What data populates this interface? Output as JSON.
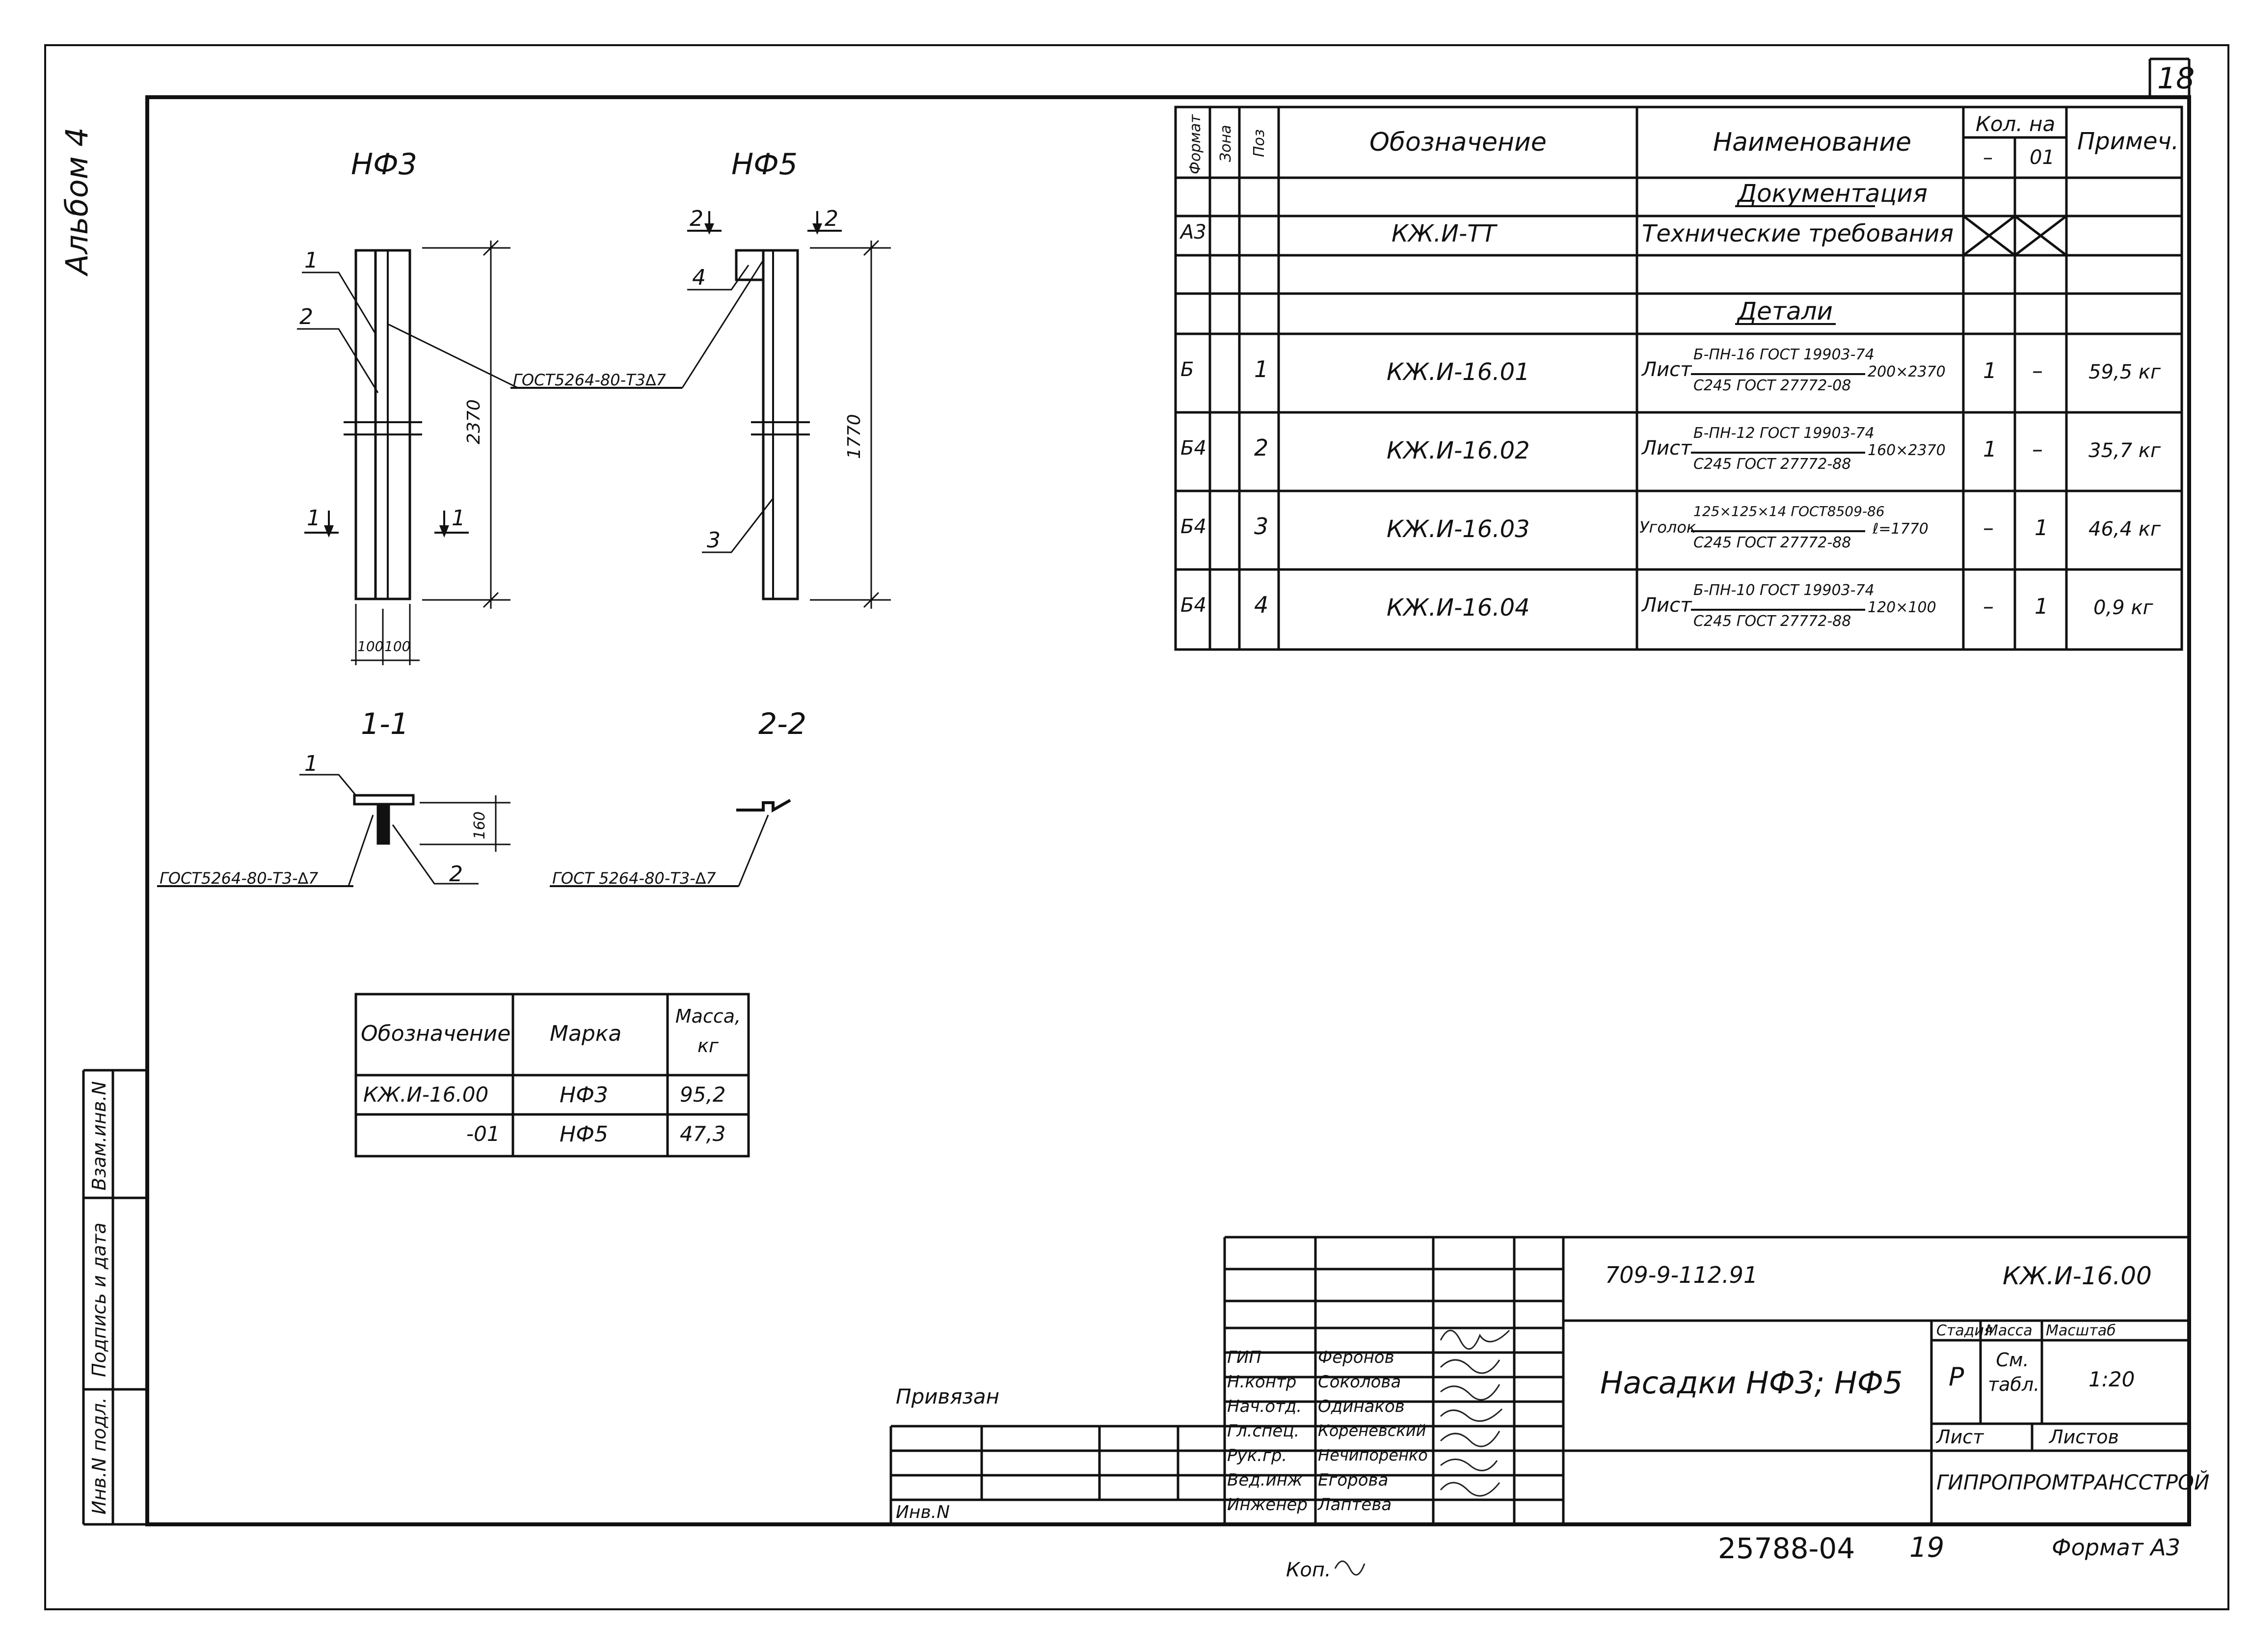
{
  "sheet": {
    "sheet_number": "18",
    "album": "Альбом 4",
    "side_labels": [
      "Инв.N подл.",
      "Подпись и дата",
      "Взам.инв.N"
    ],
    "privyazan": "Привязан",
    "inv_n": "Инв.N",
    "copied": "Коп.",
    "bottom_code": "25788-04",
    "bottom_page": "19",
    "format": "Формат А3"
  },
  "drawing": {
    "title_nf3": "НФ3",
    "title_nf5": "НФ5",
    "section_1": "1-1",
    "section_2": "2-2",
    "dim_2370": "2370",
    "dim_1770": "1770",
    "dim_100a": "100",
    "dim_100b": "100",
    "dim_160": "160",
    "weld_1": "ГОСТ5264-80-Т3∆7",
    "weld_2": "ГОСТ5264-80-Т3-∆7",
    "weld_3": "ГОСТ 5264-80-Т3-∆7",
    "pos_1": "1",
    "pos_2": "2",
    "pos_3": "3",
    "pos_4": "4",
    "cut_1": "1",
    "cut_2": "2"
  },
  "marks_table": {
    "headers": [
      "Обозначение",
      "Марка",
      "Масса, кг"
    ],
    "rows": [
      [
        "КЖ.И-16.00",
        "НФ3",
        "95,2"
      ],
      [
        "-01",
        "НФ5",
        "47,3"
      ]
    ]
  },
  "spec_table": {
    "headers": {
      "format": "Формат",
      "zone": "Зона",
      "pos": "Поз",
      "designation": "Обозначение",
      "name": "Наименование",
      "qty": "Кол. на",
      "qty_dash": "–",
      "qty_01": "01",
      "note": "Примеч."
    },
    "section_docs": "Документация",
    "section_parts": "Детали",
    "doc_row": {
      "format": "А3",
      "designation": "КЖ.И-ТТ",
      "name": "Технические требования"
    },
    "rows": [
      {
        "format": "Б",
        "pos": "1",
        "designation": "КЖ.И-16.01",
        "prefix": "Лист",
        "top": "Б-ПН-16 ГОСТ 19903-74",
        "bottom": "С245 ГОСТ 27772-08",
        "size": "200×2370",
        "q1": "1",
        "q2": "–",
        "note": "59,5 кг"
      },
      {
        "format": "Б4",
        "pos": "2",
        "designation": "КЖ.И-16.02",
        "prefix": "Лист",
        "top": "Б-ПН-12 ГОСТ 19903-74",
        "bottom": "С245 ГОСТ 27772-88",
        "size": "160×2370",
        "q1": "1",
        "q2": "–",
        "note": "35,7 кг"
      },
      {
        "format": "Б4",
        "pos": "3",
        "designation": "КЖ.И-16.03",
        "prefix": "Уголок",
        "top": "125×125×14 ГОСТ8509-86",
        "bottom": "С245 ГОСТ 27772-88",
        "size": "ℓ=1770",
        "q1": "–",
        "q2": "1",
        "note": "46,4 кг"
      },
      {
        "format": "Б4",
        "pos": "4",
        "designation": "КЖ.И-16.04",
        "prefix": "Лист",
        "top": "Б-ПН-10 ГОСТ 19903-74",
        "bottom": "С245 ГОСТ 27772-88",
        "size": "120×100",
        "q1": "–",
        "q2": "1",
        "note": "0,9 кг"
      }
    ]
  },
  "title_block": {
    "project_code": "709-9-112.91",
    "doc_code": "КЖ.И-16.00",
    "title": "Насадки НФ3; НФ5",
    "stage_label": "Стадия",
    "mass_label": "Масса",
    "scale_label": "Масштаб",
    "stage": "Р",
    "mass": "См. табл.",
    "scale": "1:20",
    "sheet_label": "Лист",
    "sheets_label": "Листов",
    "org": "ГИПРОПРОМТРАНССТРОЙ",
    "roles": [
      "ГИП",
      "Н.контр",
      "Нач.отд.",
      "Гл.спец.",
      "Рук.гр.",
      "Вед.инж",
      "Инженер"
    ],
    "names": [
      "Феронов",
      "Соколова",
      "Одинаков",
      "Кореневский",
      "Нечипоренко",
      "Егорова",
      "Лаптева"
    ]
  }
}
